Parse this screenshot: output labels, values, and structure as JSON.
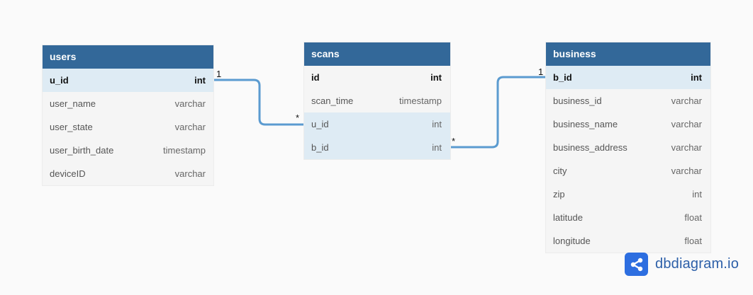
{
  "tables": {
    "users": {
      "name": "users",
      "fields": [
        {
          "name": "u_id",
          "type": "int"
        },
        {
          "name": "user_name",
          "type": "varchar"
        },
        {
          "name": "user_state",
          "type": "varchar"
        },
        {
          "name": "user_birth_date",
          "type": "timestamp"
        },
        {
          "name": "deviceID",
          "type": "varchar"
        }
      ]
    },
    "scans": {
      "name": "scans",
      "fields": [
        {
          "name": "id",
          "type": "int"
        },
        {
          "name": "scan_time",
          "type": "timestamp"
        },
        {
          "name": "u_id",
          "type": "int"
        },
        {
          "name": "b_id",
          "type": "int"
        }
      ]
    },
    "business": {
      "name": "business",
      "fields": [
        {
          "name": "b_id",
          "type": "int"
        },
        {
          "name": "business_id",
          "type": "varchar"
        },
        {
          "name": "business_name",
          "type": "varchar"
        },
        {
          "name": "business_address",
          "type": "varchar"
        },
        {
          "name": "city",
          "type": "varchar"
        },
        {
          "name": "zip",
          "type": "int"
        },
        {
          "name": "latitude",
          "type": "float"
        },
        {
          "name": "longitude",
          "type": "float"
        }
      ]
    }
  },
  "relationships": {
    "users_scans": {
      "one": "1",
      "many": "*"
    },
    "business_scans": {
      "one": "1",
      "many": "*"
    }
  },
  "brand": {
    "name": "dbdiagram.io",
    "icon": "share-nodes-icon",
    "accent": "#2d6ee0"
  },
  "colors": {
    "header": "#336899",
    "highlight_row": "#deebf4",
    "connector": "#5b9bd0"
  }
}
